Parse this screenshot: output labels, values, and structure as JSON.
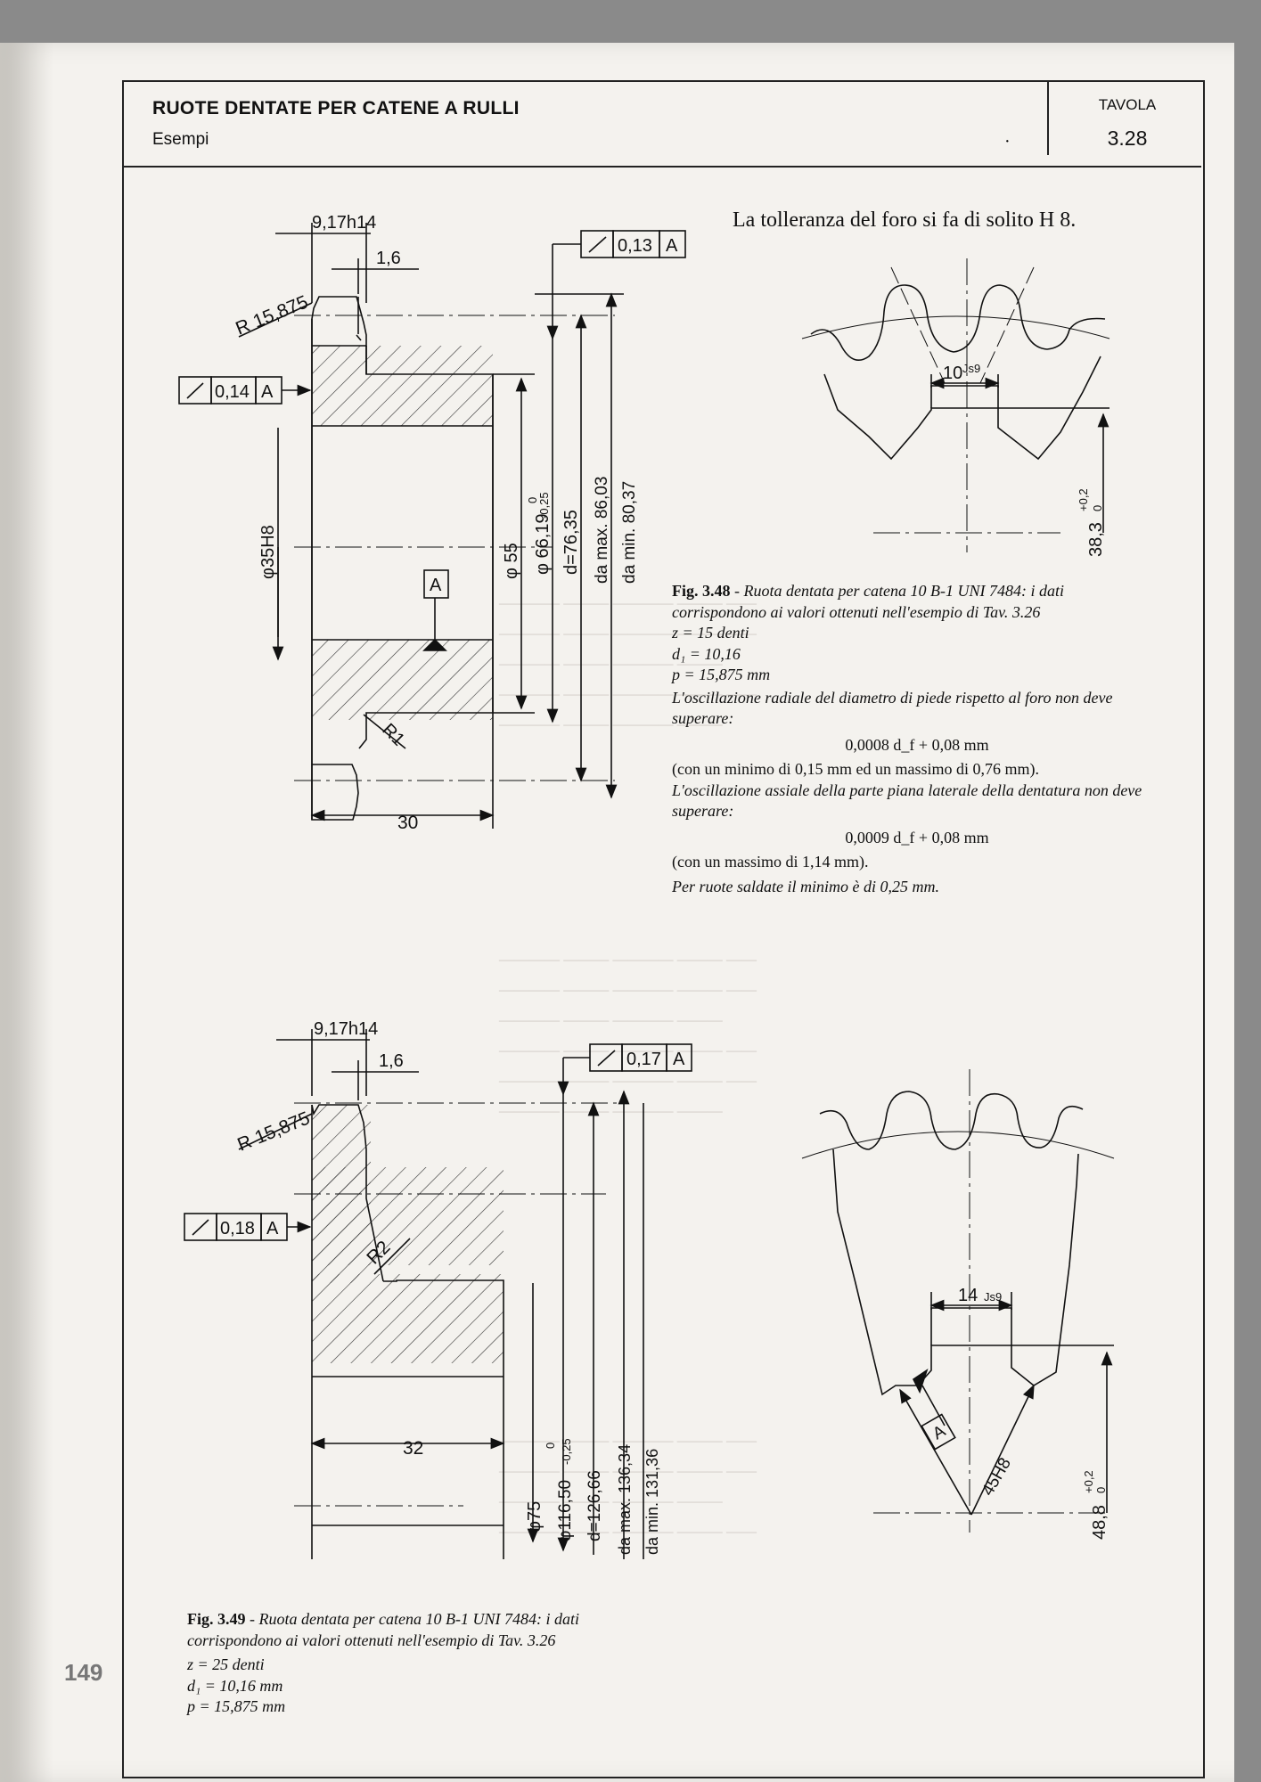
{
  "header": {
    "title": "RUOTE DENTATE PER CATENE A RULLI",
    "subtitle": "Esempi",
    "tavola_label": "TAVOLA",
    "tavola_number": "3.28"
  },
  "note_top": "La tolleranza del foro si fa di solito H 8.",
  "fig348": {
    "label": "Fig. 3.48",
    "caption": "Ruota dentata per catena 10 B-1 UNI 7484: i dati corrispondono ai valori ottenuti nell'esempio di Tav. 3.26",
    "z": "z  =  15 denti",
    "d1": "d₁  =  10,16",
    "p": "p  =  15,875 mm",
    "text1": "L'oscillazione radiale del diametro di piede rispetto al foro non deve superare:",
    "formula1": "0,0008 d_f + 0,08 mm",
    "paren1": "(con un minimo di 0,15 mm ed un massimo di 0,76 mm).",
    "text2": "L'oscillazione assiale della parte piana laterale della dentatura non deve superare:",
    "formula2": "0,0009 d_f + 0,08 mm",
    "paren2": "(con un massimo di 1,14 mm).",
    "text3": "Per ruote saldate il minimo è di 0,25 mm."
  },
  "fig349": {
    "label": "Fig. 3.49",
    "caption": "Ruota dentata per catena 10 B-1 UNI 7484: i dati corrispondono ai valori ottenuti nell'esempio di Tav. 3.26",
    "z": "z  =  25 denti",
    "d1": "d₁  =  10,16 mm",
    "p": "p  =  15,875 mm"
  },
  "drawing1": {
    "width_dim": "9,17h14",
    "chamfer_dim": "1,6",
    "radius": "R 15,875",
    "tol_axial": "0,13",
    "tol_radial": "0,14",
    "datum": "A",
    "bore": "φ35H8",
    "d55": "φ 55",
    "d66": "φ 66,19",
    "d66_tol_upper": "0",
    "d66_tol_lower": "-0,25",
    "d_pitch": "d=76,35",
    "da_max": "da max. 86,03",
    "da_min": "da min. 80,37",
    "fillet": "R1",
    "hub_length": "30"
  },
  "drawing2": {
    "width_dim": "9,17h14",
    "chamfer_dim": "1,6",
    "radius": "R 15,875",
    "tol_axial": "0,17",
    "tol_radial": "0,18",
    "datum": "A",
    "fillet": "R2",
    "hub_length": "32",
    "d75": "φ75",
    "d116": "φ116,50",
    "d116_tol_upper": "0",
    "d116_tol_lower": "-0,25",
    "d_pitch": "d=126,66",
    "da_max": "da max. 136,34",
    "da_min": "da min. 131,36"
  },
  "detail1": {
    "keyway": "10",
    "keyway_tol": "Js9",
    "depth": "38,3",
    "depth_tol_upper": "+0,2",
    "depth_tol_lower": "0"
  },
  "detail2": {
    "keyway": "14",
    "keyway_tol": "Js9",
    "depth": "48,8",
    "depth_tol_upper": "+0,2",
    "depth_tol_lower": "0",
    "bore": "45H8",
    "datum": "A"
  },
  "page_number": "149"
}
